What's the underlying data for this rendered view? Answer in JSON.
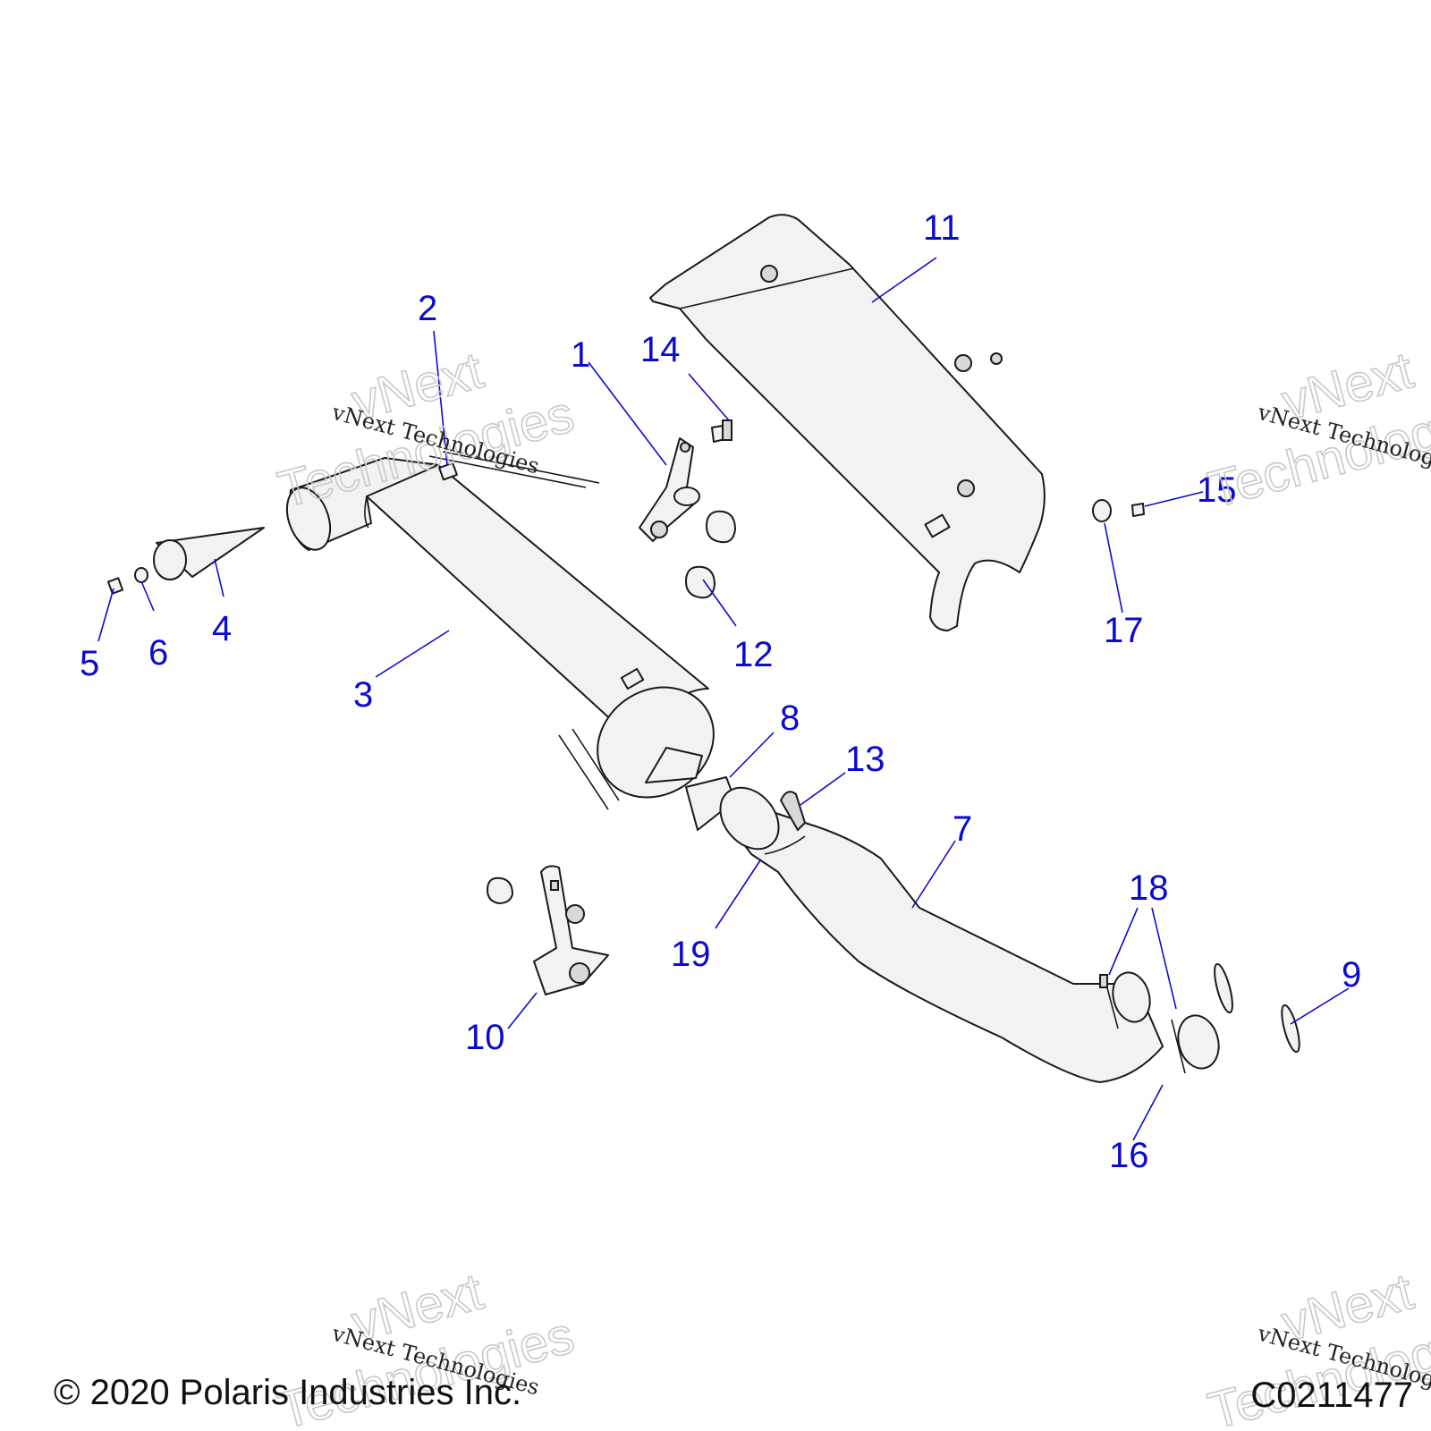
{
  "diagram": {
    "callouts": [
      "1",
      "2",
      "3",
      "4",
      "5",
      "6",
      "7",
      "8",
      "9",
      "10",
      "11",
      "12",
      "13",
      "14",
      "15",
      "16",
      "17",
      "18",
      "19"
    ],
    "watermark": {
      "caption": "vNext Technologies",
      "big_line1": "vNext",
      "big_line2": "Technologies"
    },
    "copyright": "© 2020 Polaris Industries Inc.",
    "figure_id": "C0211477"
  }
}
